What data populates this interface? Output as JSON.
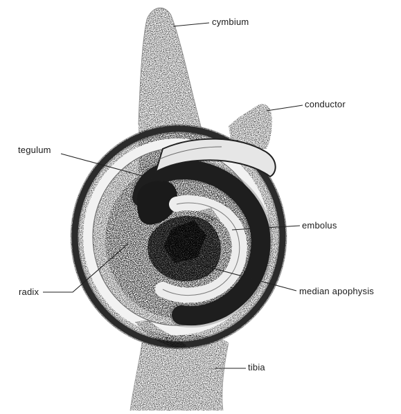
{
  "figure": {
    "labels": {
      "cymbium": "cymbium",
      "conductor": "conductor",
      "tegulum": "tegulum",
      "embolus": "embolus",
      "radix": "radix",
      "median_apophysis": "median apophysis",
      "tibia": "tibia"
    }
  }
}
